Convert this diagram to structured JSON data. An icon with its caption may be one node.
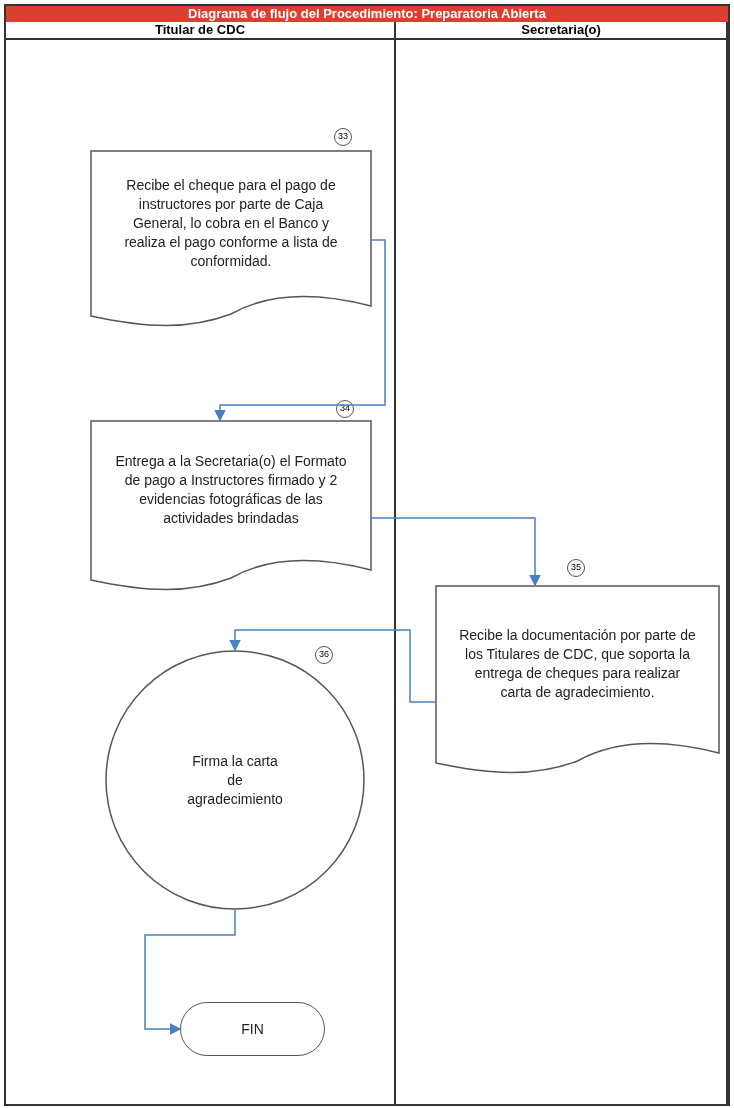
{
  "diagram": {
    "title": "Diagrama de flujo del Procedimiento: Preparatoria Abierta",
    "nodes": [
      {
        "text": [
          "Titular de CDC"
        ]
      },
      {
        "text": [
          "Secretaria(o)"
        ]
      },
      {
        "text": [
          "Recibe el cheque para el pago de instructores por parte de Caja General, lo cobra en el Banco y realiza el pago conforme a lista de conformidad."
        ],
        "in": 0,
        "beside": [
          "33"
        ]
      },
      {
        "text": [
          "Entrega a la Secretaria(o) el Formato de pago a Instructores firmado y 2 evidencias fotográficas de las actividades brindadas"
        ],
        "in": 0,
        "beside": [
          "34"
        ]
      },
      {
        "text": [
          "Recibe la documentación por parte de los Titulares de CDC, que soporta la entrega de cheques para realizar carta de agradecimiento."
        ],
        "in": 1,
        "beside": [
          "35"
        ]
      },
      {
        "text": [
          "Firma la carta de agradecimiento"
        ],
        "in": 0,
        "beside": [
          "36"
        ]
      },
      {
        "text": [
          "FIN"
        ],
        "in": 0
      }
    ],
    "edges": [
      {
        "from": 2,
        "to": 3,
        "arrow": "to"
      },
      {
        "from": 3,
        "to": 4,
        "arrow": "to"
      },
      {
        "from": 4,
        "to": 5,
        "arrow": "to"
      },
      {
        "from": 5,
        "to": 6,
        "arrow": "to"
      }
    ]
  }
}
